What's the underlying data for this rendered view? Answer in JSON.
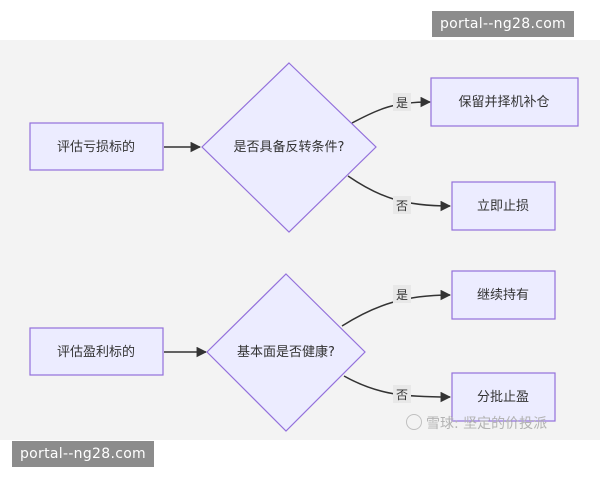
{
  "nodes": {
    "loss_eval": "评估亏损标的",
    "reversal_q": "是否具备反转条件?",
    "keep_add": "保留并择机补仓",
    "stop_loss": "立即止损",
    "profit_eval": "评估盈利标的",
    "fundamental_q": "基本面是否健康?",
    "keep_hold": "继续持有",
    "take_profit": "分批止盈"
  },
  "edges": {
    "yes1": "是",
    "no1": "否",
    "yes2": "是",
    "no2": "否"
  },
  "watermark": {
    "text": "雪球: 坚定的价投派"
  },
  "badges": {
    "top": "portal--ng28.com",
    "bottom": "portal--ng28.com"
  },
  "colors": {
    "node_fill": "#ececff",
    "node_stroke": "#9370db",
    "background": "#f3f3f3"
  }
}
